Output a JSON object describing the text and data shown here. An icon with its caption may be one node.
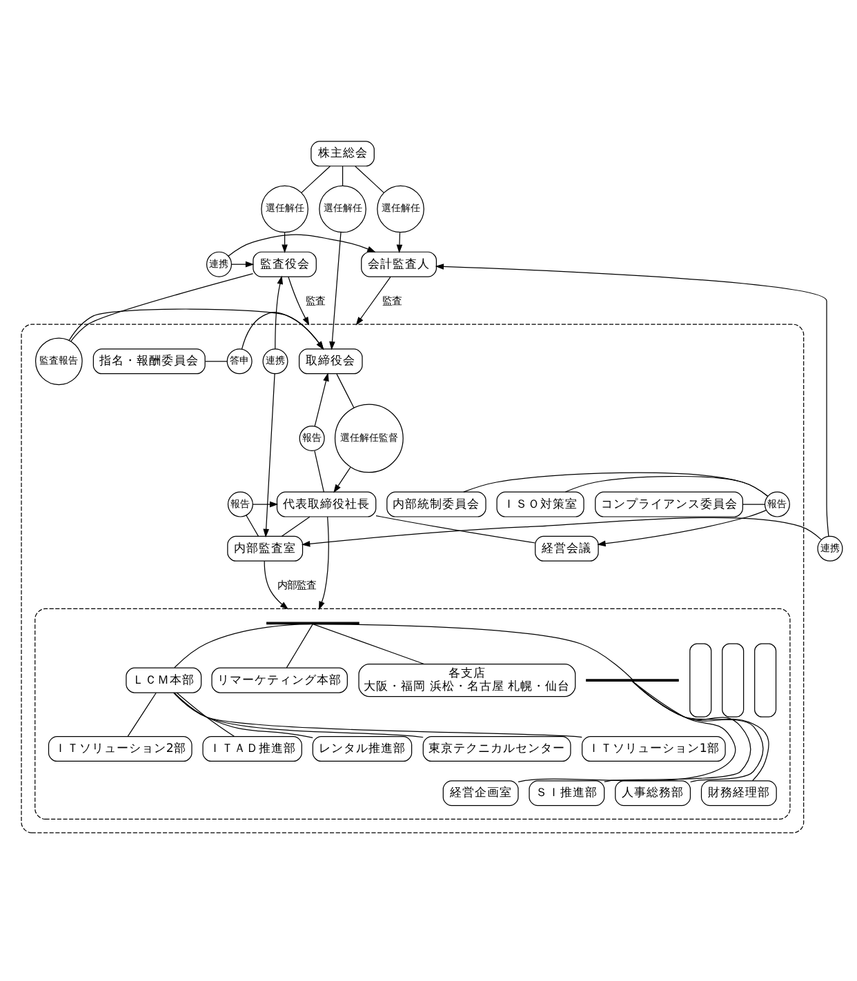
{
  "diagram": {
    "nodes": [
      {
        "text": [
          "株主総会"
        ]
      },
      {
        "text": [
          "会計監査人"
        ]
      },
      {
        "text": [
          "選任解任"
        ]
      },
      {
        "text": [
          "選任解任"
        ]
      },
      {
        "text": [
          "連携"
        ]
      },
      {
        "text": [
          "監査役会"
        ]
      },
      {
        "text": [
          "選任解任"
        ]
      },
      {
        "text": [],
        "shape": "box"
      },
      {
        "text": [
          "監査報告"
        ],
        "in": 7
      },
      {
        "text": [
          "取締役会"
        ],
        "in": 7
      },
      {
        "text": [
          "答申"
        ],
        "in": 7
      },
      {
        "text": [
          "指名・報酬委員会"
        ],
        "in": 7
      },
      {
        "text": [
          "連携"
        ],
        "in": 7
      },
      {
        "text": [
          "選任解任監督"
        ],
        "in": 7
      },
      {
        "text": [
          "報告"
        ],
        "in": 7
      },
      {
        "text": [
          "報告"
        ],
        "in": 7
      },
      {
        "text": [
          "代表取締役社長"
        ],
        "in": 7
      },
      {
        "text": [
          "経営会議"
        ],
        "in": 7
      },
      {
        "text": [
          "連携"
        ]
      },
      {
        "text": [
          "内部監査室"
        ],
        "in": 7
      },
      {
        "text": [
          "報告"
        ],
        "in": 7
      },
      {
        "text": [
          "内部統制委員会"
        ],
        "in": 7
      },
      {
        "text": [
          "コンプライアンス委員会"
        ],
        "in": 7
      },
      {
        "text": [
          "ＩＳＯ対策室"
        ],
        "in": 7
      },
      {
        "text": [],
        "shape": "box",
        "in": 7
      },
      {
        "text": [
          "経営企画室"
        ],
        "in": 24
      },
      {
        "text": [
          "ＳＩ推進部"
        ],
        "in": 24
      },
      {
        "text": [
          "人事総務部"
        ],
        "in": 24
      },
      {
        "text": [
          "財務経理部"
        ],
        "in": 24
      },
      {
        "text": [
          "ＬＣＭ本部"
        ],
        "in": 24
      },
      {
        "text": [
          "ＩＴソリューション1部"
        ],
        "in": 24
      },
      {
        "text": [
          "ＩＴソリューション2部"
        ],
        "in": 24
      },
      {
        "text": [
          "ＩＴＡＤ推進部"
        ],
        "in": 24
      },
      {
        "text": [
          "レンタル推進部"
        ],
        "in": 24
      },
      {
        "text": [
          "東京テクニカルセンター"
        ],
        "in": 24
      },
      {
        "text": [
          "リマーケティング本部"
        ],
        "in": 24
      },
      {
        "text": [
          "各支店",
          "大阪・福岡 浜松・名古屋 札幌・仙台"
        ],
        "in": 24
      },
      {
        "text": [],
        "shape": "box",
        "in": 24
      },
      {
        "text": [],
        "shape": "box",
        "in": 24
      },
      {
        "text": [],
        "shape": "box",
        "in": 24
      },
      {
        "text": [],
        "shape": "bar",
        "in": 24
      },
      {
        "text": [],
        "shape": "bar",
        "in": 24
      }
    ],
    "edges": [
      {
        "from": 0,
        "to": 2,
        "arrow": "none"
      },
      {
        "from": 2,
        "to": 1,
        "arrow": "to"
      },
      {
        "from": 0,
        "to": 3,
        "arrow": "none"
      },
      {
        "from": 3,
        "to": 5,
        "arrow": "to"
      },
      {
        "from": 4,
        "to": 1,
        "arrow": "to"
      },
      {
        "from": 4,
        "to": 5,
        "arrow": "to"
      },
      {
        "from": 0,
        "to": 6,
        "arrow": "none"
      },
      {
        "from": 6,
        "to": 9,
        "arrow": "to"
      },
      {
        "from": 5,
        "to": 8,
        "arrow": "none"
      },
      {
        "from": 8,
        "to": 9,
        "arrow": "to"
      },
      {
        "from": 11,
        "to": 10,
        "arrow": "none"
      },
      {
        "from": 10,
        "to": 9,
        "arrow": "to"
      },
      {
        "from": 5,
        "to": 7,
        "arrow": "to",
        "label": "監査"
      },
      {
        "from": 1,
        "to": 7,
        "arrow": "to",
        "label": "監査"
      },
      {
        "from": 12,
        "to": 5,
        "arrow": "to"
      },
      {
        "from": 12,
        "to": 19,
        "arrow": "to"
      },
      {
        "from": 9,
        "to": 13,
        "arrow": "none"
      },
      {
        "from": 13,
        "to": 16,
        "arrow": "to"
      },
      {
        "from": 16,
        "to": 14,
        "arrow": "none"
      },
      {
        "from": 14,
        "to": 9,
        "arrow": "to"
      },
      {
        "from": 19,
        "to": 15,
        "arrow": "none"
      },
      {
        "from": 15,
        "to": 16,
        "arrow": "to"
      },
      {
        "from": 18,
        "to": 1,
        "arrow": "to"
      },
      {
        "from": 18,
        "to": 19,
        "arrow": "to"
      },
      {
        "from": 16,
        "to": 17,
        "arrow": "none"
      },
      {
        "from": 16,
        "to": 19,
        "arrow": "none"
      },
      {
        "from": 16,
        "to": 24,
        "arrow": "to"
      },
      {
        "from": 21,
        "to": 20,
        "arrow": "none"
      },
      {
        "from": 22,
        "to": 20,
        "arrow": "none"
      },
      {
        "from": 23,
        "to": 20,
        "arrow": "none"
      },
      {
        "from": 20,
        "to": 17,
        "arrow": "to"
      },
      {
        "from": 19,
        "to": 24,
        "arrow": "to",
        "label": "内部監査"
      },
      {
        "from": 40,
        "to": 41,
        "arrow": "none"
      },
      {
        "from": 41,
        "to": 25,
        "arrow": "none"
      },
      {
        "from": 41,
        "to": 26,
        "arrow": "none"
      },
      {
        "from": 41,
        "to": 27,
        "arrow": "none"
      },
      {
        "from": 41,
        "to": 28,
        "arrow": "none"
      },
      {
        "from": 40,
        "to": 29,
        "arrow": "none"
      },
      {
        "from": 40,
        "to": 35,
        "arrow": "none"
      },
      {
        "from": 40,
        "to": 36,
        "arrow": "none"
      },
      {
        "from": 29,
        "to": 30,
        "arrow": "none"
      },
      {
        "from": 29,
        "to": 31,
        "arrow": "none"
      },
      {
        "from": 29,
        "to": 32,
        "arrow": "none"
      },
      {
        "from": 29,
        "to": 33,
        "arrow": "none"
      },
      {
        "from": 29,
        "to": 34,
        "arrow": "none"
      }
    ]
  }
}
